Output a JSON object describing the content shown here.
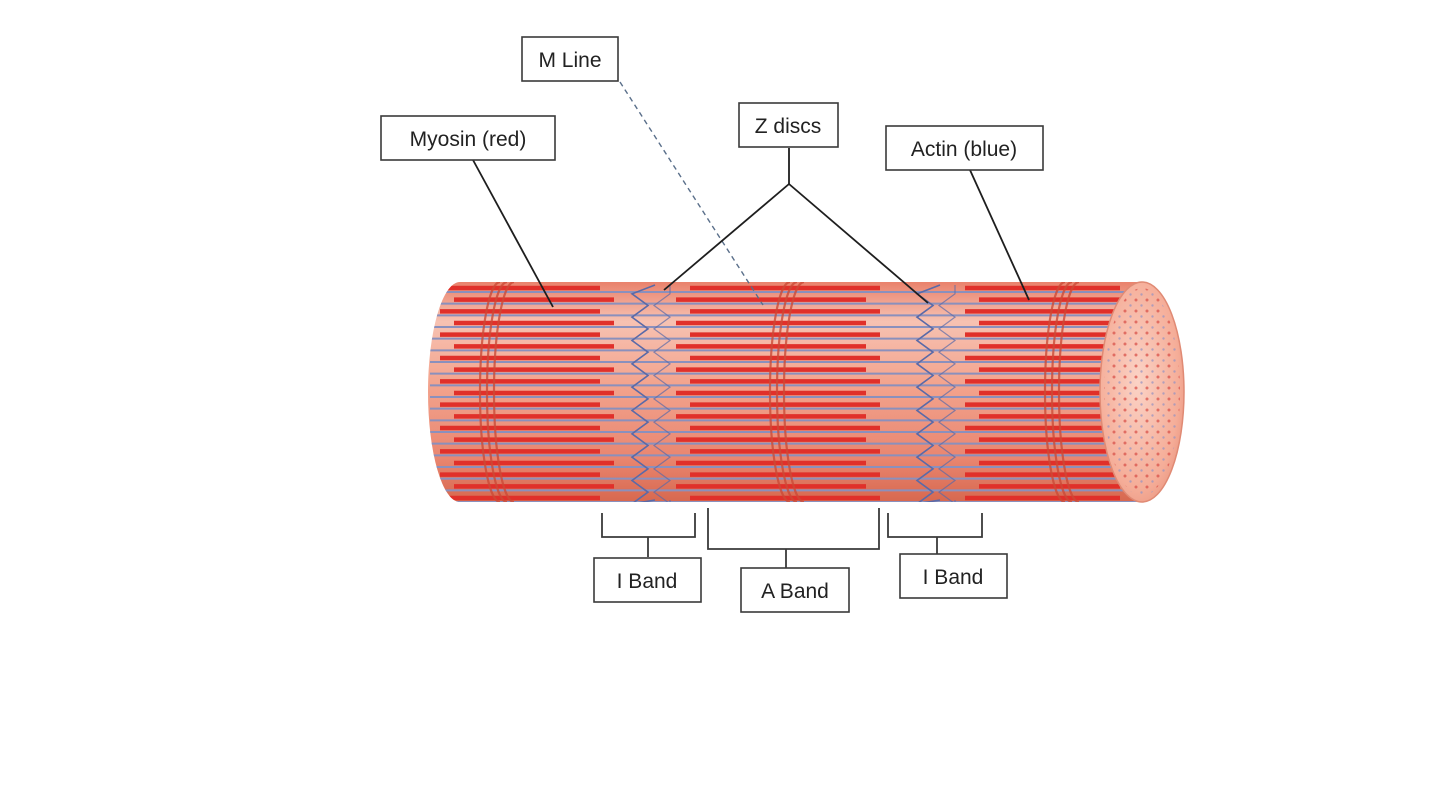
{
  "labels": {
    "m_line": "M Line",
    "z_discs": "Z discs",
    "myosin": "Myosin (red)",
    "actin": "Actin (blue)",
    "i_band_left": "I Band",
    "a_band": "A Band",
    "i_band_right": "I Band"
  },
  "colors": {
    "fiber_light": "#f6b8a6",
    "fiber_mid": "#ee8a72",
    "fiber_dark": "#d96a56",
    "myosin": "#e0302a",
    "actin": "#8a90bd",
    "z_disc": "#5a6aa8",
    "ring": "#cc4a36"
  }
}
